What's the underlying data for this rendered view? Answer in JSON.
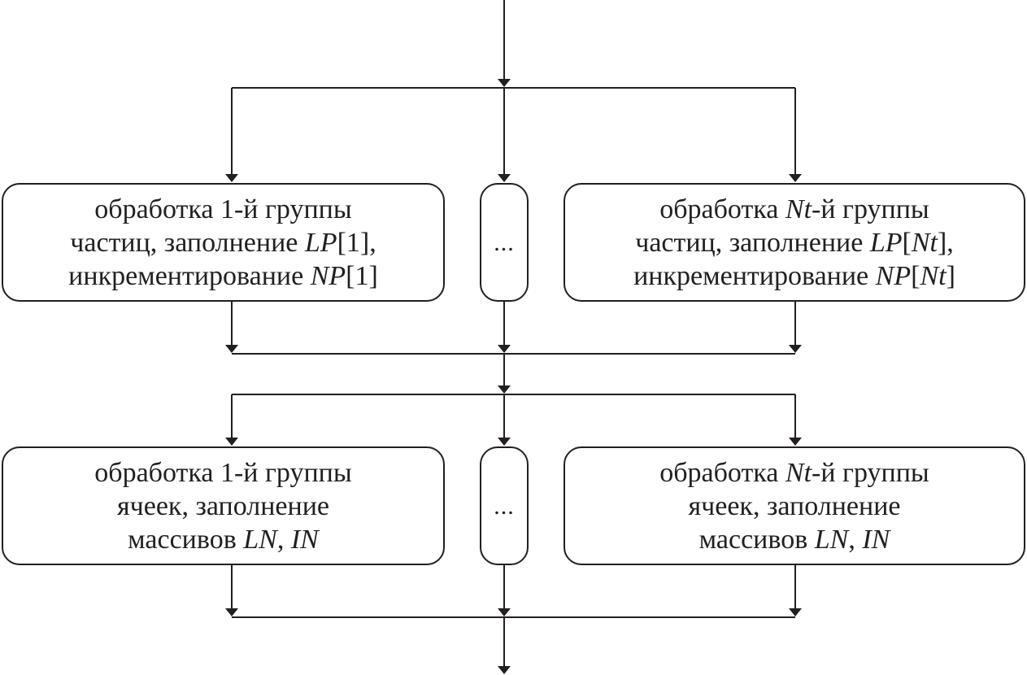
{
  "diagram": {
    "row1": {
      "left": {
        "line1": {
          "a": "обработка 1-й группы"
        },
        "line2": {
          "a": "частиц, заполнение ",
          "b": "LP",
          "c": "[1],"
        },
        "line3": {
          "a": "инкрементирование ",
          "b": "NP",
          "c": "[1]"
        }
      },
      "middle": {
        "text": "..."
      },
      "right": {
        "line1": {
          "a": "обработка ",
          "b": "Nt",
          "c": "-й группы"
        },
        "line2": {
          "a": "частиц, заполнение ",
          "b": "LP",
          "c": "[",
          "d": "Nt",
          "e": "],"
        },
        "line3": {
          "a": "инкрементирование ",
          "b": "NP",
          "c": "[",
          "d": "Nt",
          "e": "]"
        }
      }
    },
    "row2": {
      "left": {
        "line1": {
          "a": "обработка 1-й группы"
        },
        "line2": {
          "a": "ячеек, заполнение"
        },
        "line3": {
          "a": "массивов ",
          "b": "LN",
          "c": ", ",
          "d": "IN"
        }
      },
      "middle": {
        "text": "..."
      },
      "right": {
        "line1": {
          "a": "обработка ",
          "b": "Nt",
          "c": "-й группы"
        },
        "line2": {
          "a": "ячеек, заполнение"
        },
        "line3": {
          "a": "массивов ",
          "b": "LN",
          "c": ", ",
          "d": "IN"
        }
      }
    },
    "colors": {
      "stroke": "#231f20",
      "background": "#ffffff"
    }
  }
}
